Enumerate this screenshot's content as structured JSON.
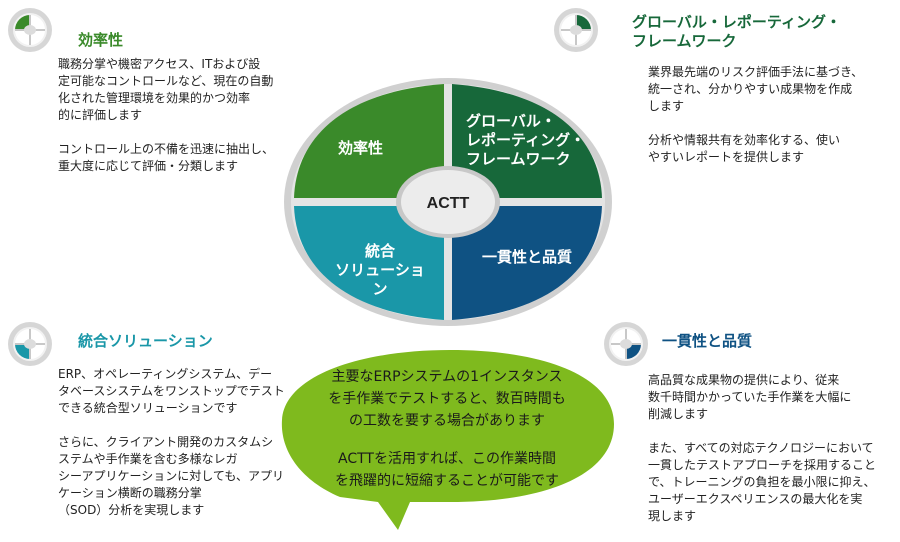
{
  "colors": {
    "green": "#3a8a2a",
    "dark_green": "#17683a",
    "teal": "#1a97a8",
    "navy": "#0f5283",
    "lime": "#7fba1e",
    "gray_ring": "#d9d9d9"
  },
  "center_label": "ACTT",
  "segments": {
    "efficiency": "効率性",
    "global": [
      "グローバル・",
      "レポーティング・",
      "フレームワーク"
    ],
    "integrated": [
      "統合",
      "ソリューション"
    ],
    "consistency": "一貫性と品質"
  },
  "sections": {
    "efficiency": {
      "icon": "quadrant-green-icon",
      "title": "効率性",
      "paragraphs": [
        [
          "職務分掌や機密アクセス、ITおよび設",
          "定可能なコントロールなど、現在の自動",
          "化された管理環境を効果的かつ効率",
          "的に評価します"
        ],
        [
          "コントロール上の不備を迅速に抽出し、",
          "重大度に応じて評価・分類します"
        ]
      ]
    },
    "global": {
      "icon": "quadrant-dark-green-icon",
      "title": [
        "グローバル・レポーティング・",
        "フレームワーク"
      ],
      "paragraphs": [
        [
          "業界最先端のリスク評価手法に基づき、",
          "統一され、分かりやすい成果物を作成",
          "します"
        ],
        [
          "分析や情報共有を効率化する、使い",
          "やすいレポートを提供します"
        ]
      ]
    },
    "integrated": {
      "icon": "quadrant-teal-icon",
      "title": "統合ソリューション",
      "paragraphs": [
        [
          "ERP、オペレーティングシステム、デー",
          "タベースシステムをワンストップでテスト",
          "できる統合型ソリューションです"
        ],
        [
          "さらに、クライアント開発のカスタムシ",
          "ステムや手作業を含む多様なレガ",
          "シーアプリケーションに対しても、アプリ",
          "ケーション横断の職務分掌",
          "（SOD）分析を実現します"
        ]
      ]
    },
    "consistency": {
      "icon": "quadrant-navy-icon",
      "title": "一貫性と品質",
      "paragraphs": [
        [
          "高品質な成果物の提供により、従来",
          "数千時間かかっていた手作業を大幅に",
          "削減します"
        ],
        [
          "また、すべての対応テクノロジーにおいて",
          "一貫したテストアプローチを採用すること",
          "で、トレーニングの負担を最小限に抑え、",
          "ユーザーエクスペリエンスの最大化を実",
          "現します"
        ]
      ]
    }
  },
  "bubble": {
    "paragraphs": [
      [
        "主要なERPシステムの1インスタンス",
        "を手作業でテストすると、数百時間も",
        "の工数を要する場合があります"
      ],
      [
        "ACTTを活用すれば、この作業時間",
        "を飛躍的に短縮することが可能です"
      ]
    ]
  }
}
